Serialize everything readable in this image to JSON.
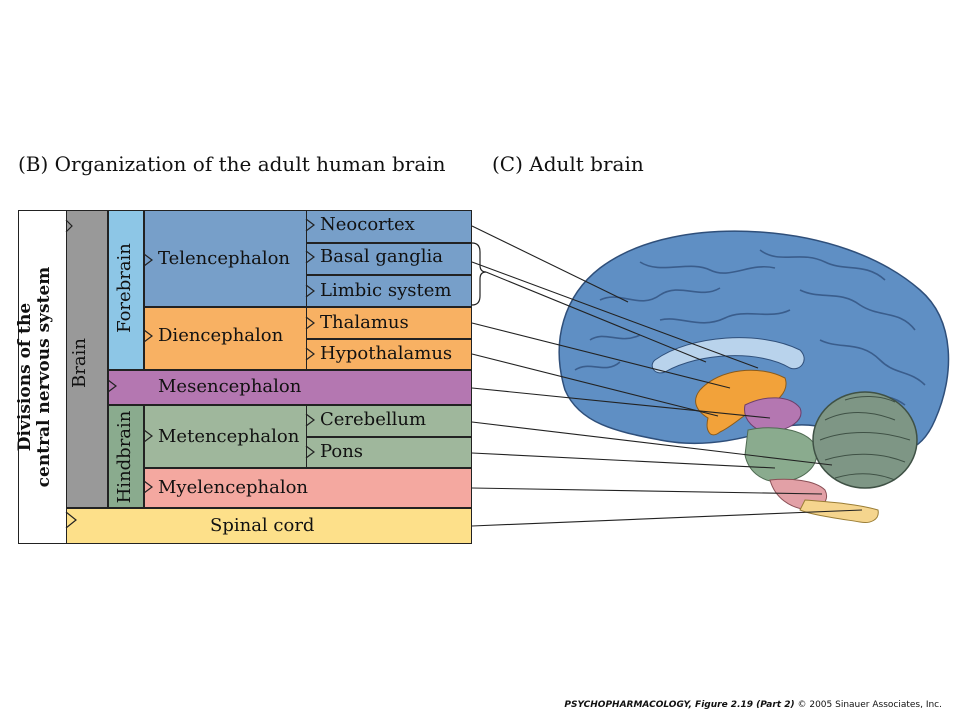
{
  "panel_b": {
    "title": "(B)  Organization of the adult human brain"
  },
  "panel_c": {
    "title": "(C)  Adult brain"
  },
  "divisions": {
    "line1": "Divisions of the",
    "line2": "central nervous system"
  },
  "columns": {
    "brain": "Brain",
    "forebrain": "Forebrain",
    "hindbrain": "Hindbrain"
  },
  "regions": {
    "telencephalon": "Telencephalon",
    "diencephalon": "Diencephalon",
    "mesencephalon": "Mesencephalon",
    "metencephalon": "Metencephalon",
    "myelencephalon": "Myelencephalon",
    "spinal_cord": "Spinal cord"
  },
  "structures": {
    "neocortex": "Neocortex",
    "basal_ganglia": "Basal ganglia",
    "limbic_system": "Limbic system",
    "thalamus": "Thalamus",
    "hypothalamus": "Hypothalamus",
    "cerebellum": "Cerebellum",
    "pons": "Pons"
  },
  "colors": {
    "telencephalon": "#779fc9",
    "forebrain": "#8dc6e6",
    "brain": "#999999",
    "diencephalon": "#f8b163",
    "mesencephalon": "#b477b1",
    "hindbrain": "#8aab8e",
    "metencephalon": "#9fb79c",
    "myelencephalon": "#f4a8a0",
    "spinal_cord": "#fde08a"
  },
  "credit": {
    "book": "PSYCHOPHARMACOLOGY, Figure 2.19 (Part 2)",
    "copyright": "© 2005 Sinauer Associates, Inc."
  }
}
